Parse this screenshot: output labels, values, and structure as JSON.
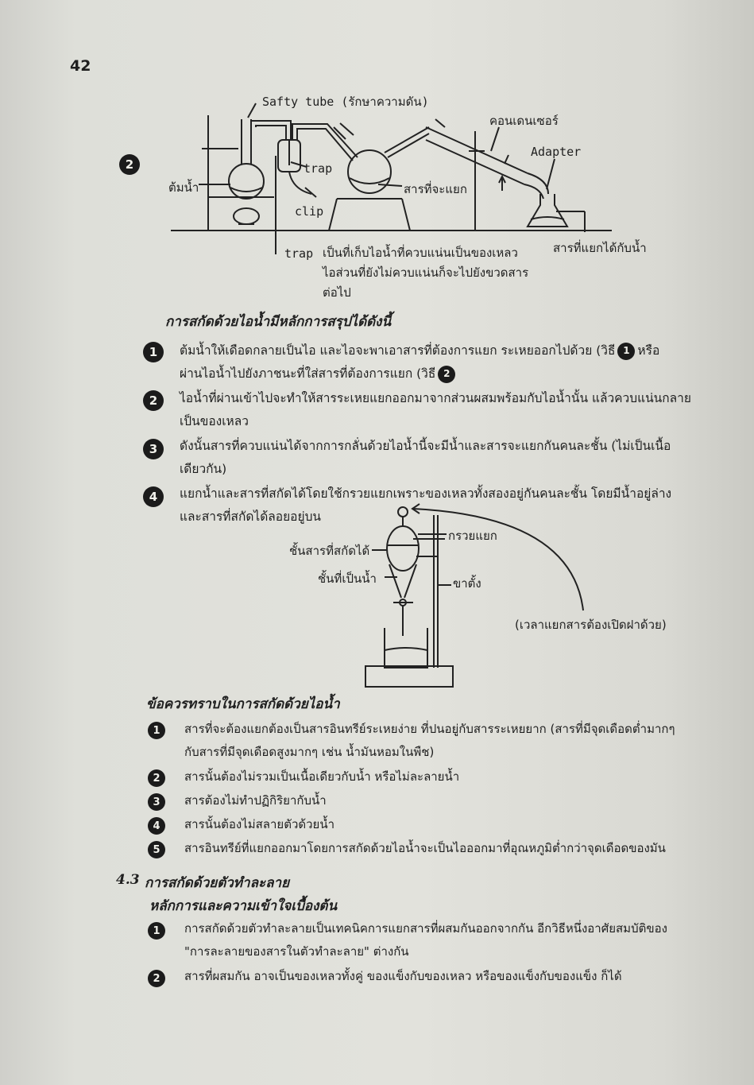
{
  "page_number": "42",
  "diagram1": {
    "marker": "2",
    "labels": {
      "safety_tube": "Safty tube (รักษาความดัน)",
      "condenser": "คอนเดนเซอร์",
      "adapter": "Adapter",
      "boil_water": "ต้มน้ำ",
      "trap": "trap",
      "clip": "clip",
      "substance": "สารที่จะแยก",
      "separated": "สารที่แยกได้กับน้ำ"
    },
    "trap_note": {
      "label": "trap",
      "line1": "เป็นที่เก็บไอน้ำที่ควบแน่นเป็นของเหลว",
      "line2": "ไอส่วนที่ยังไม่ควบแน่นก็จะไปยังขวดสาร",
      "line3": "ต่อไป"
    }
  },
  "section1": {
    "heading": "การสกัดด้วยไอน้ำมีหลักการสรุปได้ดังนี้",
    "items": [
      {
        "num": "1",
        "line1a": "ต้มน้ำให้เดือดกลายเป็นไอ และไอจะพาเอาสารที่ต้องการแยก ระเหยออกไปด้วย (วิธี",
        "ref1": "1",
        "line1b": "หรือ",
        "line2a": "ผ่านไอน้ำไปยังภาชนะที่ใส่สารที่ต้องการแยก (วิธี",
        "ref2": "2"
      },
      {
        "num": "2",
        "line1": "ไอน้ำที่ผ่านเข้าไปจะทำให้สารระเหยแยกออกมาจากส่วนผสมพร้อมกับไอน้ำนั้น แล้วควบแน่นกลาย",
        "line2": "เป็นของเหลว"
      },
      {
        "num": "3",
        "line1": "ดังนั้นสารที่ควบแน่นได้จากการกลั่นด้วยไอน้ำนี้จะมีน้ำและสารจะแยกกันคนละชั้น (ไม่เป็นเนื้อ",
        "line2": "เดียวกัน)"
      },
      {
        "num": "4",
        "line1": "แยกน้ำและสารที่สกัดได้โดยใช้กรวยแยกเพราะของเหลวทั้งสองอยู่กันคนละชั้น  โดยมีน้ำอยู่ล่าง",
        "line2": "และสารที่สกัดได้ลอยอยู่บน"
      }
    ]
  },
  "diagram2": {
    "funnel": "กรวยแยก",
    "extract_layer": "ชั้นสารที่สกัดได้",
    "water_layer": "ชั้นที่เป็นน้ำ",
    "stand": "ขาตั้ง",
    "note": "(เวลาแยกสารต้องเปิดฝาด้วย)"
  },
  "section2": {
    "heading": "ข้อควรทราบในการสกัดด้วยไอน้ำ",
    "items": [
      {
        "num": "1",
        "line1": "สารที่จะต้องแยกต้องเป็นสารอินทรีย์ระเหยง่าย ที่ปนอยู่กับสารระเหยยาก (สารที่มีจุดเดือดต่ำมากๆ",
        "line2": "กับสารที่มีจุดเดือดสูงมากๆ เช่น น้ำมันหอมในพืช)"
      },
      {
        "num": "2",
        "line1": "สารนั้นต้องไม่รวมเป็นเนื้อเดียวกับน้ำ หรือไม่ละลายน้ำ"
      },
      {
        "num": "3",
        "line1": "สารต้องไม่ทำปฏิกิริยากับน้ำ"
      },
      {
        "num": "4",
        "line1": "สารนั้นต้องไม่สลายตัวด้วยน้ำ"
      },
      {
        "num": "5",
        "line1": "สารอินทรีย์ที่แยกออกมาโดยการสกัดด้วยไอน้ำจะเป็นไอออกมาที่อุณหภูมิต่ำกว่าจุดเดือดของมัน"
      }
    ]
  },
  "section3": {
    "number": "4.3",
    "title": "การสกัดด้วยตัวทำละลาย",
    "subheading": "หลักการและความเข้าใจเบื้องต้น",
    "items": [
      {
        "num": "1",
        "line1": "การสกัดด้วยตัวทำละลายเป็นเทคนิคการแยกสารที่ผสมกันออกจากกัน อีกวิธีหนึ่งอาศัยสมบัติของ",
        "line2": "\"การละลายของสารในตัวทำละลาย\" ต่างกัน"
      },
      {
        "num": "2",
        "line1": "สารที่ผสมกัน   อาจเป็นของเหลวทั้งคู่ ของแข็งกับของเหลว หรือของแข็งกับของแข็ง ก็ได้"
      }
    ]
  }
}
